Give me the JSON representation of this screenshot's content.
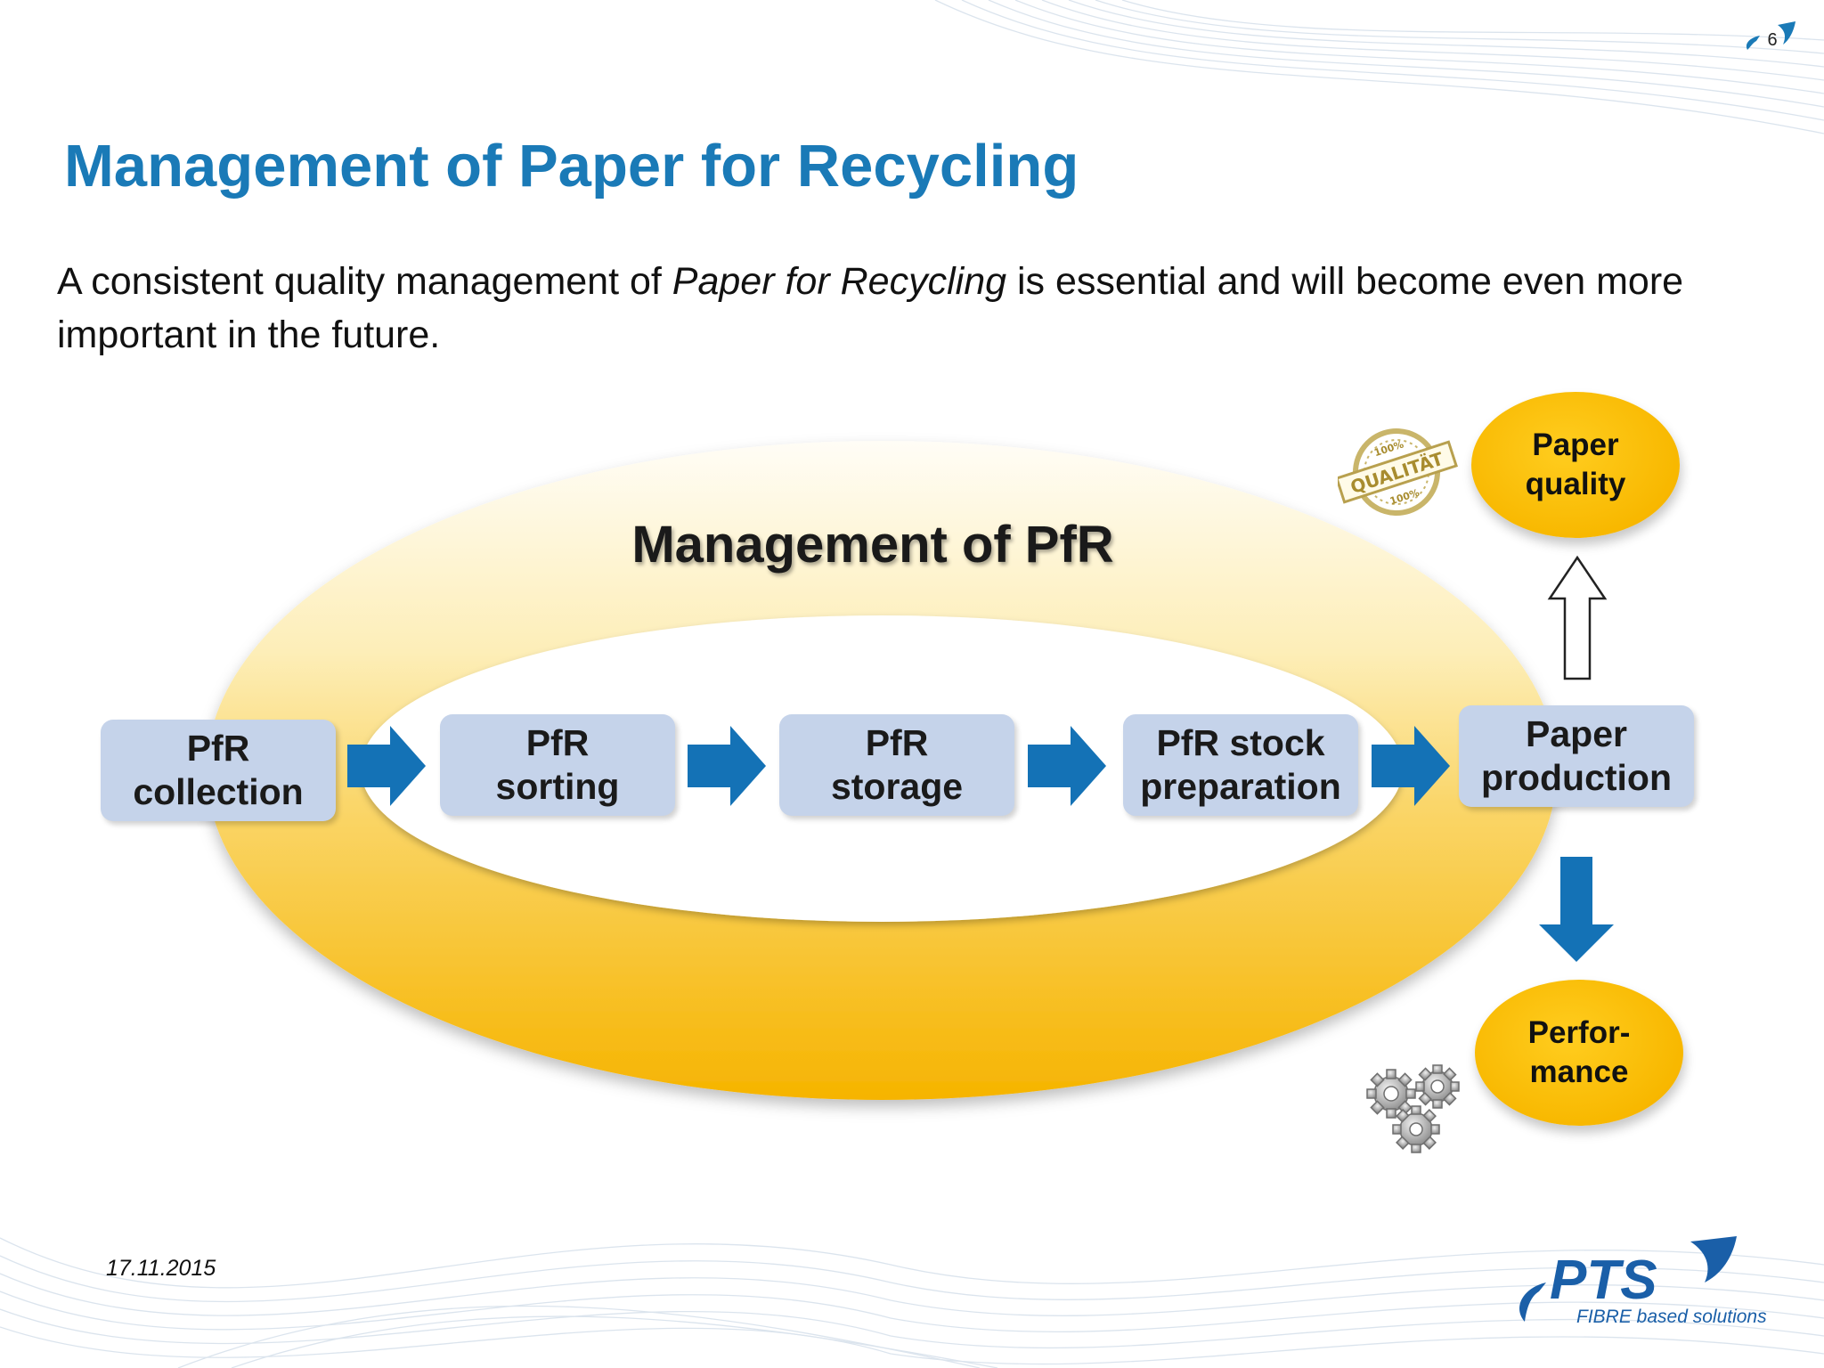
{
  "slide": {
    "number": "6",
    "title": "Management of Paper for Recycling",
    "intro": {
      "before": "A consistent quality management of ",
      "emphasis": "Paper for Recycling",
      "after": " is essential and will become even more important in the future."
    },
    "date": "17.11.2015"
  },
  "diagram": {
    "caption": "Management of PfR",
    "steps": [
      {
        "label": "PfR\ncollection"
      },
      {
        "label": "PfR\nsorting"
      },
      {
        "label": "PfR\nstorage"
      },
      {
        "label": "PfR stock\npreparation"
      },
      {
        "label": "Paper\nproduction"
      }
    ],
    "outcomes": {
      "quality": "Paper\nquality",
      "performance": "Perfor-\nmance"
    },
    "quality_seal": {
      "top": "100%",
      "middle": "QUALITÄT",
      "bottom": "100%"
    },
    "colors": {
      "ring": "#f7b500",
      "box": "#c5d3ea",
      "arrow": "#1472b6",
      "title": "#1a7ab7"
    },
    "icons": [
      "quality-seal-icon",
      "gears-icon",
      "right-arrow-icon",
      "up-outline-arrow-icon",
      "down-arrow-icon"
    ]
  },
  "logo": {
    "main": "PTS",
    "tagline": "FIBRE based solutions"
  }
}
